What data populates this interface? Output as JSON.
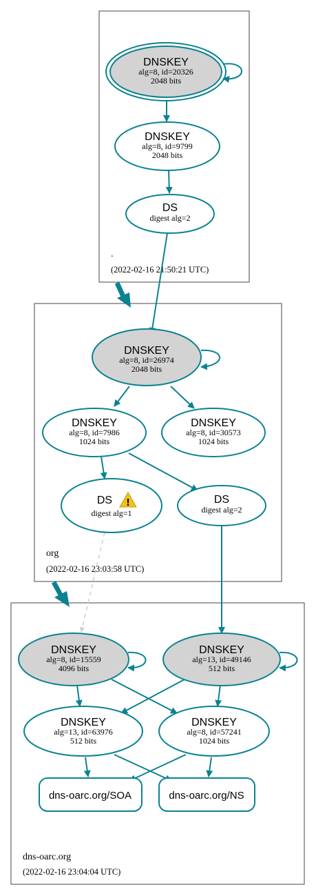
{
  "zones": [
    {
      "name": ".",
      "timestamp": "(2022-02-16 21:50:21 UTC)"
    },
    {
      "name": "org",
      "timestamp": "(2022-02-16 23:03:58 UTC)"
    },
    {
      "name": "dns-oarc.org",
      "timestamp": "(2022-02-16 23:04:04 UTC)"
    }
  ],
  "nodes": {
    "root_ksk": {
      "type": "DNSKEY",
      "detail": "alg=8, id=20326",
      "size": "2048 bits"
    },
    "root_zsk": {
      "type": "DNSKEY",
      "detail": "alg=8, id=9799",
      "size": "2048 bits"
    },
    "root_ds": {
      "type": "DS",
      "detail": "digest alg=2"
    },
    "org_ksk": {
      "type": "DNSKEY",
      "detail": "alg=8, id=26974",
      "size": "2048 bits"
    },
    "org_zsk1": {
      "type": "DNSKEY",
      "detail": "alg=8, id=7986",
      "size": "1024 bits"
    },
    "org_zsk2": {
      "type": "DNSKEY",
      "detail": "alg=8, id=30573",
      "size": "1024 bits"
    },
    "org_ds1": {
      "type": "DS",
      "detail": "digest alg=1",
      "warning": "!"
    },
    "org_ds2": {
      "type": "DS",
      "detail": "digest alg=2"
    },
    "oarc_ksk1": {
      "type": "DNSKEY",
      "detail": "alg=8, id=15559",
      "size": "4096 bits"
    },
    "oarc_ksk2": {
      "type": "DNSKEY",
      "detail": "alg=13, id=49146",
      "size": "512 bits"
    },
    "oarc_zsk1": {
      "type": "DNSKEY",
      "detail": "alg=13, id=63976",
      "size": "512 bits"
    },
    "oarc_zsk2": {
      "type": "DNSKEY",
      "detail": "alg=8, id=57241",
      "size": "1024 bits"
    },
    "oarc_soa": {
      "label": "dns-oarc.org/SOA"
    },
    "oarc_ns": {
      "label": "dns-oarc.org/NS"
    }
  },
  "colors": {
    "edge": "#0a8290",
    "sep_fill": "#d3d3d3",
    "dashed_edge": "#cfcfcf",
    "warning": "#f2c21b"
  }
}
